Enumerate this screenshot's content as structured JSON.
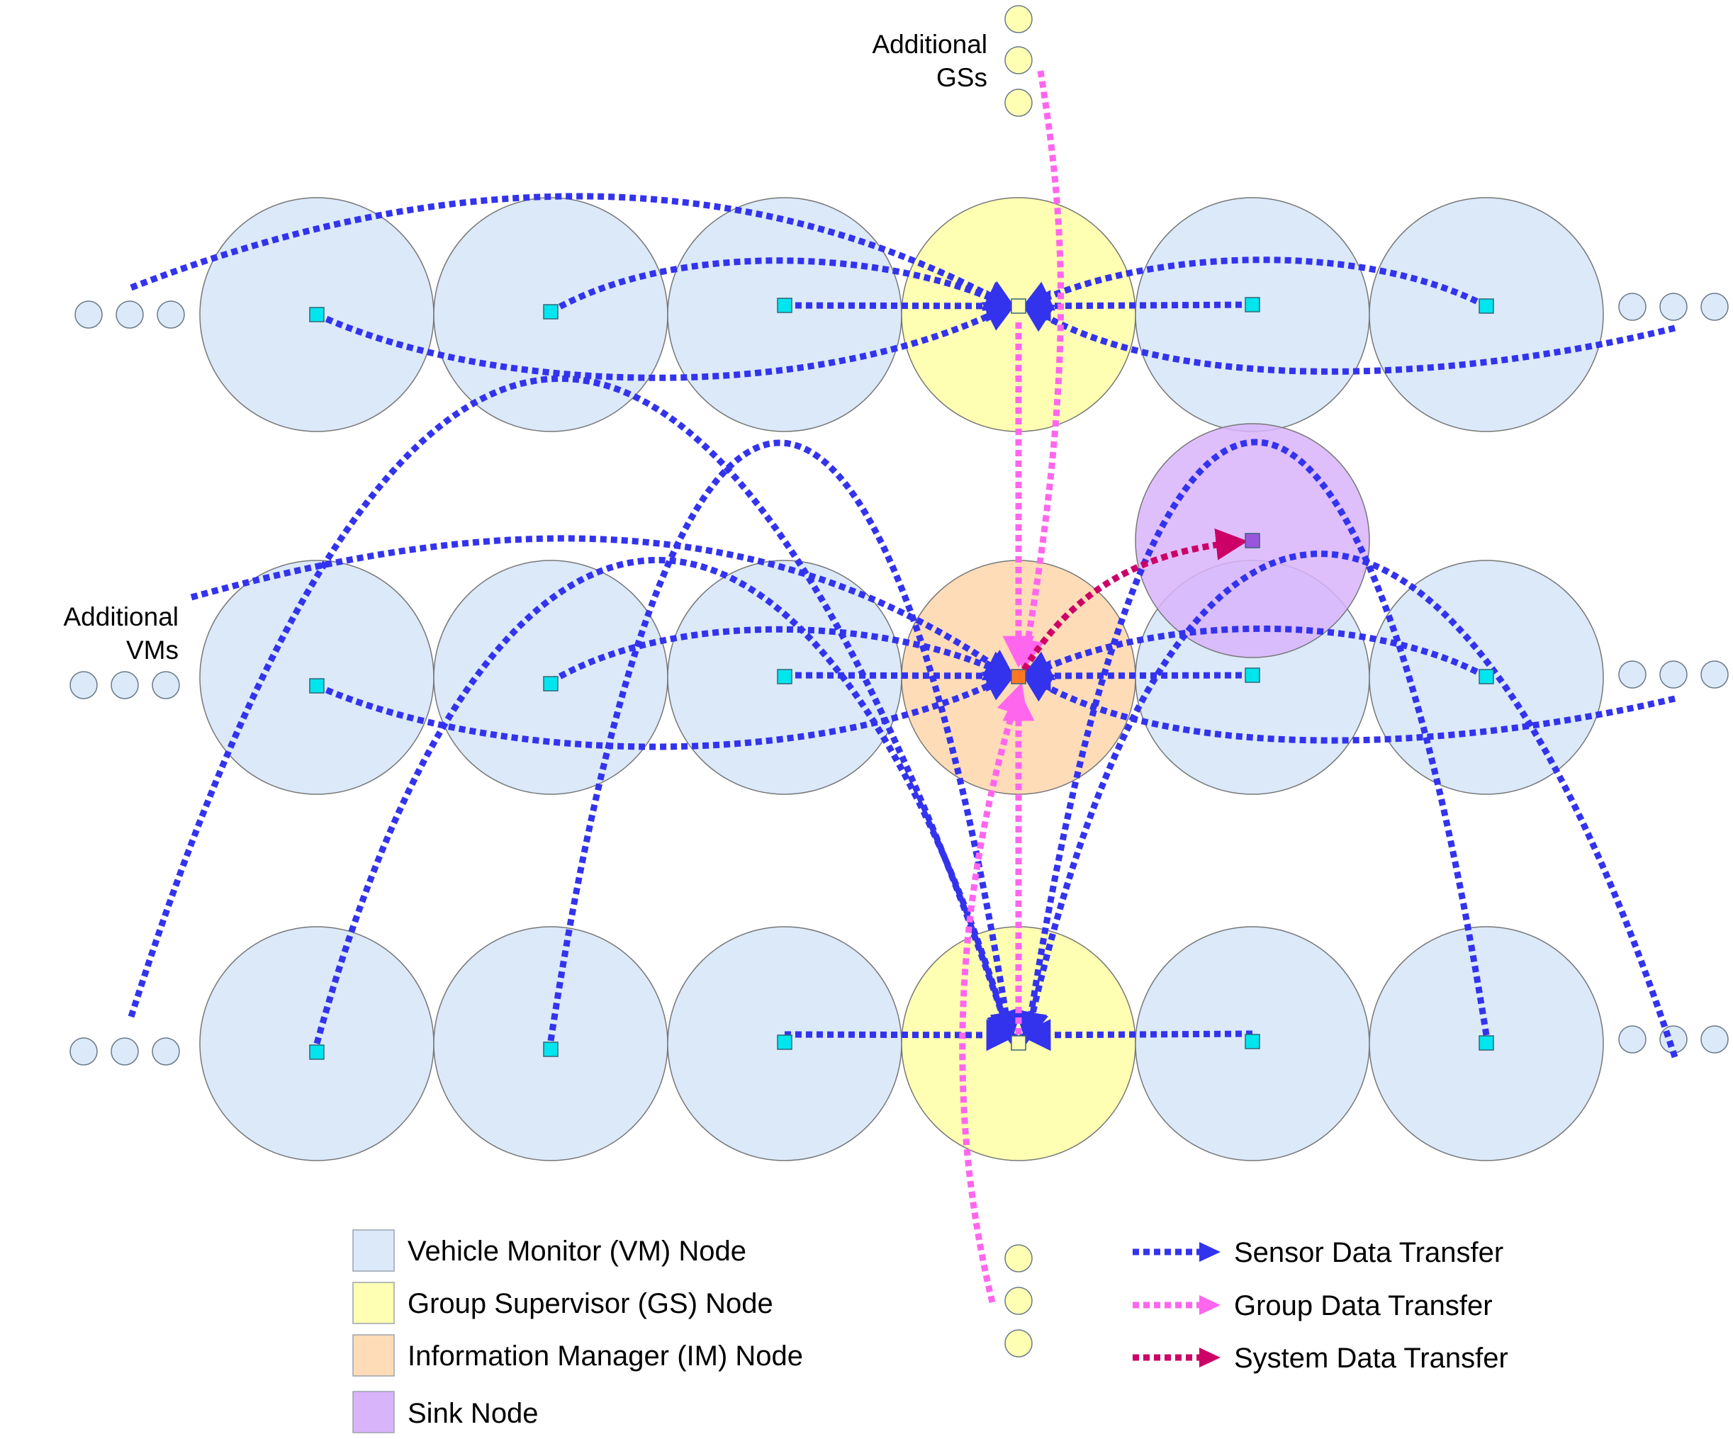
{
  "annotations": {
    "additional_gss": [
      "Additional",
      "GSs"
    ],
    "additional_vms": [
      "Additional",
      "VMs"
    ]
  },
  "legend": {
    "nodes": [
      {
        "label": "Vehicle Monitor (VM) Node",
        "color": "#dbe9f9"
      },
      {
        "label": "Group Supervisor (GS) Node",
        "color": "#ffffb3"
      },
      {
        "label": "Information Manager (IM) Node",
        "color": "#ffdcb8"
      },
      {
        "label": "Sink Node",
        "color": "#d8b4fb"
      }
    ],
    "transfers": [
      {
        "label": "Sensor Data Transfer",
        "color": "#3333ee"
      },
      {
        "label": "Group Data Transfer",
        "color": "#ff66ee"
      },
      {
        "label": "System Data Transfer",
        "color": "#cc0066"
      }
    ]
  },
  "colors": {
    "vm_fill": "#dbe9f9",
    "gs_fill": "#ffffb3",
    "im_fill": "#ffdcb8",
    "sink_fill": "#d8b4fb",
    "sensor_marker": "#00e5ee",
    "im_marker": "#ff7722",
    "sink_marker": "#9955dd",
    "sensor_line": "#3333ee",
    "group_line": "#ff66ee",
    "system_line": "#cc0066"
  }
}
